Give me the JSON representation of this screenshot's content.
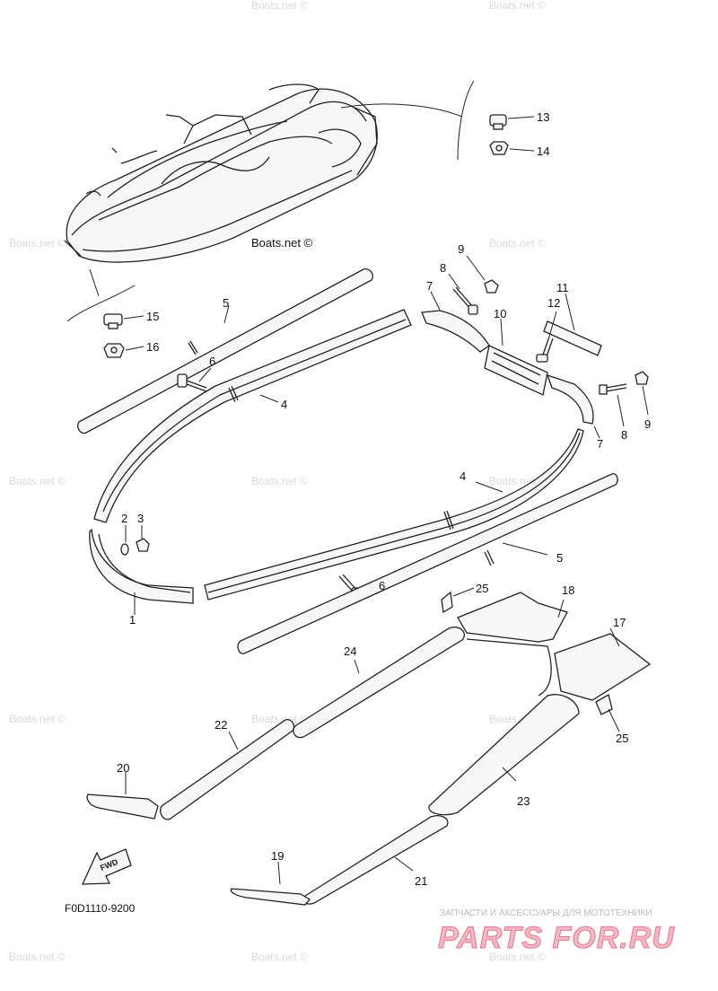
{
  "diagram": {
    "code": "F0D1110-9200",
    "fwd_label": "FWD",
    "callouts": {
      "1": "1",
      "2": "2",
      "3": "3",
      "4a": "4",
      "4b": "4",
      "5a": "5",
      "5b": "5",
      "6a": "6",
      "6b": "6",
      "7a": "7",
      "7b": "7",
      "8a": "8",
      "8b": "8",
      "9a": "9",
      "9b": "9",
      "10": "10",
      "11": "11",
      "12": "12",
      "13": "13",
      "14": "14",
      "15": "15",
      "16": "16",
      "17": "17",
      "18": "18",
      "19": "19",
      "20": "20",
      "21": "21",
      "22": "22",
      "23": "23",
      "24": "24",
      "25a": "25",
      "25b": "25"
    }
  },
  "watermark": {
    "text": "Boats.net ©",
    "boat_label": "Boats.net ©"
  },
  "brand": {
    "tagline": "ЗАПЧАСТИ И АКСЕССУАРЫ ДЛЯ МОТОТЕХНИКИ",
    "logo": "PARTS FOR.RU"
  }
}
